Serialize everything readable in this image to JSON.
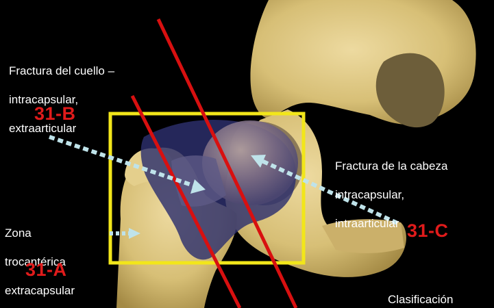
{
  "labels": {
    "neck_fracture": {
      "line1": "Fractura del cuello –",
      "line2": "intracapsular,",
      "line3": "extraarticular"
    },
    "head_fracture": {
      "line1": "Fractura de la cabeza",
      "line2": "intracapsular,",
      "line3": "intraarticular"
    },
    "trochanteric": {
      "line1": "Zona",
      "line2": "trocantérica",
      "line3": "extracapsular"
    },
    "classification": "Clasificación"
  },
  "codes": {
    "neck": "31-B",
    "head": "31-C",
    "trochanteric": "31-A"
  },
  "colors": {
    "background": "#000000",
    "bone": "#d9c27c",
    "capsule": "#2d2f6e",
    "frame": "#f2e61a",
    "fracture_line": "#d81010",
    "arrow": "#bfe3ea",
    "label_text": "#ffffff",
    "code_text": "#e01b1b"
  }
}
